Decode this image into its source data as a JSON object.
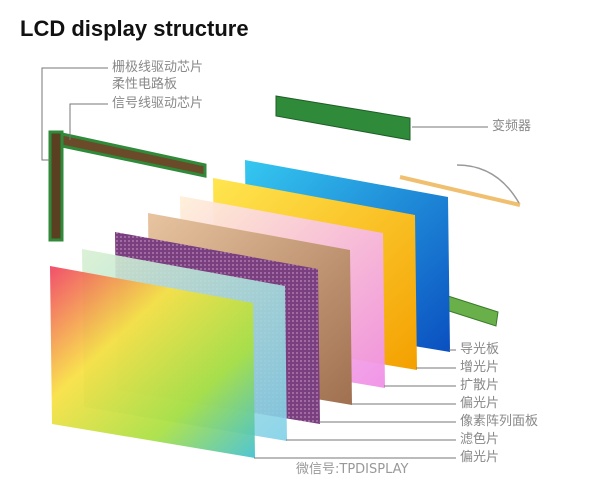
{
  "title": "LCD display structure",
  "top_labels": {
    "gate_driver": "栅极线驱动芯片",
    "flex_pcb": "柔性电路板",
    "source_driver": "信号线驱动芯片",
    "inverter": "变频器"
  },
  "layer_labels": [
    "导光板",
    "增光片",
    "扩散片",
    "偏光片",
    "像素阵列面板",
    "滤色片",
    "偏光片"
  ],
  "watermark": "微信号:TPDISPLAY",
  "colors": {
    "light_guide": "#1a8ee8",
    "brightness_film": "#f5c400",
    "diffuser": "#f4b6e0",
    "polarizer": "#c9a27e",
    "pixel_array": "#7a3f7e",
    "color_filter": "#bfe3c8",
    "pcb": "#2f8a3a"
  }
}
